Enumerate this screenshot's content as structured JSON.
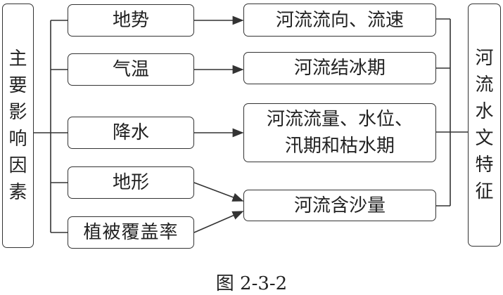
{
  "left_box": {
    "chars": [
      "主",
      "要",
      "影",
      "响",
      "因",
      "素"
    ],
    "label": "主要影响因素"
  },
  "factors": [
    "地势",
    "气温",
    "降水",
    "地形",
    "植被覆盖率"
  ],
  "effects": [
    "河流流向、流速",
    "河流结冰期",
    "河流流量、水位、",
    "汛期和枯水期",
    "河流含沙量"
  ],
  "right_box": {
    "chars": [
      "河",
      "流",
      "水",
      "文",
      "特",
      "征"
    ],
    "label": "河流水文特征"
  },
  "caption": "图 2-3-2"
}
